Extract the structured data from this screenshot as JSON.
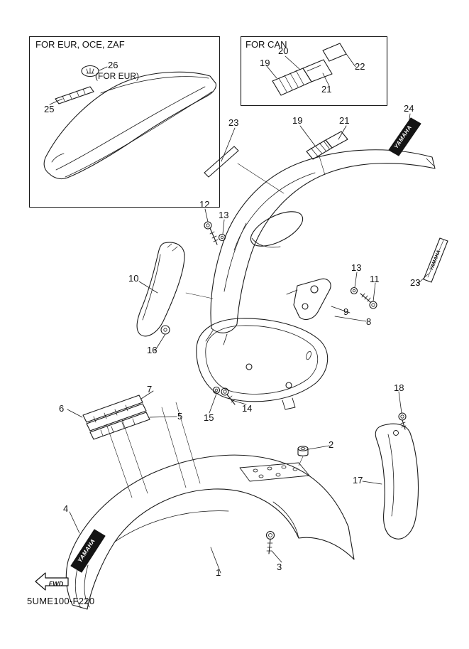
{
  "diagram": {
    "code": "5UME100-F220",
    "fwd_label": "FWD",
    "brand": "YAMAHA",
    "boxes": {
      "eur": "FOR EUR, OCE, ZAF",
      "can": "FOR CAN"
    },
    "callouts": [
      {
        "label": "26"
      },
      {
        "label": "(FOR EUR)"
      },
      {
        "label": "25"
      },
      {
        "label": "19"
      },
      {
        "label": "20"
      },
      {
        "label": "21"
      },
      {
        "label": "22"
      },
      {
        "label": "23"
      },
      {
        "label": "19"
      },
      {
        "label": "21"
      },
      {
        "label": "24"
      },
      {
        "label": "12"
      },
      {
        "label": "13"
      },
      {
        "label": "10"
      },
      {
        "label": "13"
      },
      {
        "label": "11"
      },
      {
        "label": "9"
      },
      {
        "label": "8"
      },
      {
        "label": "16"
      },
      {
        "label": "23"
      },
      {
        "label": "7"
      },
      {
        "label": "6"
      },
      {
        "label": "5"
      },
      {
        "label": "15"
      },
      {
        "label": "14"
      },
      {
        "label": "18"
      },
      {
        "label": "2"
      },
      {
        "label": "17"
      },
      {
        "label": "4"
      },
      {
        "label": "3"
      },
      {
        "label": "1"
      }
    ]
  }
}
